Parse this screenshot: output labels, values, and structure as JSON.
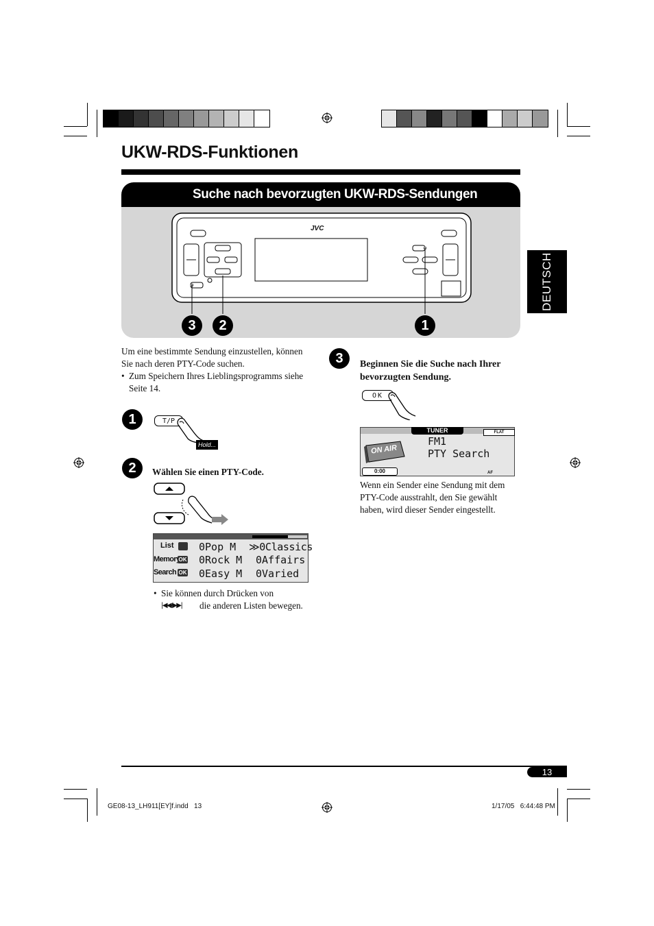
{
  "header": {
    "title": "UKW-RDS-Funktionen",
    "section_title": "Suche nach bevorzugten UKW-RDS-Sendungen",
    "side_tab": "DEUTSCH",
    "brand_logo": "JVC"
  },
  "device": {
    "callouts": [
      "3",
      "2",
      "1"
    ],
    "buttons": {
      "tp": "T/P",
      "ok": "OK"
    }
  },
  "intro": {
    "text": "Um eine bestimmte Sendung einzustellen, können Sie nach deren PTY-Code suchen.",
    "bullet": "Zum Speichern Ihres Lieblingsprogramms siehe Seite 14."
  },
  "steps": [
    {
      "number": "1",
      "button_label": "T/P",
      "hold_label": "Hold..."
    },
    {
      "number": "2",
      "heading": "Wählen Sie einen PTY-Code."
    },
    {
      "number": "3",
      "heading": "Beginnen Sie die Suche nach Ihrer bevorzugten Sendung.",
      "button_label": "OK"
    }
  ],
  "pty_display": {
    "row_labels": [
      {
        "label": "List",
        "badge": ""
      },
      {
        "label": "Memory",
        "badge": "OK"
      },
      {
        "label": "Search",
        "badge": "OK"
      }
    ],
    "col1": [
      "0Pop M",
      "0Rock M",
      "0Easy M"
    ],
    "col2": [
      "≫0Classics",
      "0Affairs",
      "0Varied"
    ]
  },
  "step2_note": {
    "line1": "Sie können durch Drücken von",
    "line2": "die anderen Listen bewegen.",
    "symbols": "|◀◀/▶▶|"
  },
  "tuner_display": {
    "header": "TUNER",
    "eq": "FLAT",
    "band": "FM1",
    "status": "PTY Search",
    "on_air": "ON AIR",
    "clock": "0:00",
    "af": "AF"
  },
  "step3_note": "Wenn ein Sender eine Sendung mit dem PTY-Code ausstrahlt, den Sie gewählt haben, wird dieser Sender eingestellt.",
  "footer": {
    "page_number": "13",
    "file": "GE08-13_LH911[EY]f.indd   13",
    "date": "1/17/05   6:44:48 PM"
  },
  "colors": {
    "left_bar": [
      "#000000",
      "#1a1a1a",
      "#333333",
      "#4d4d4d",
      "#666666",
      "#808080",
      "#999999",
      "#b3b3b3",
      "#cccccc",
      "#e6e6e6",
      "#ffffff"
    ],
    "right_bar": [
      "#e6e6e6",
      "#555555",
      "#888888",
      "#222222",
      "#777777",
      "#555555",
      "#000000",
      "#ffffff",
      "#aaaaaa",
      "#cccccc",
      "#999999"
    ]
  }
}
